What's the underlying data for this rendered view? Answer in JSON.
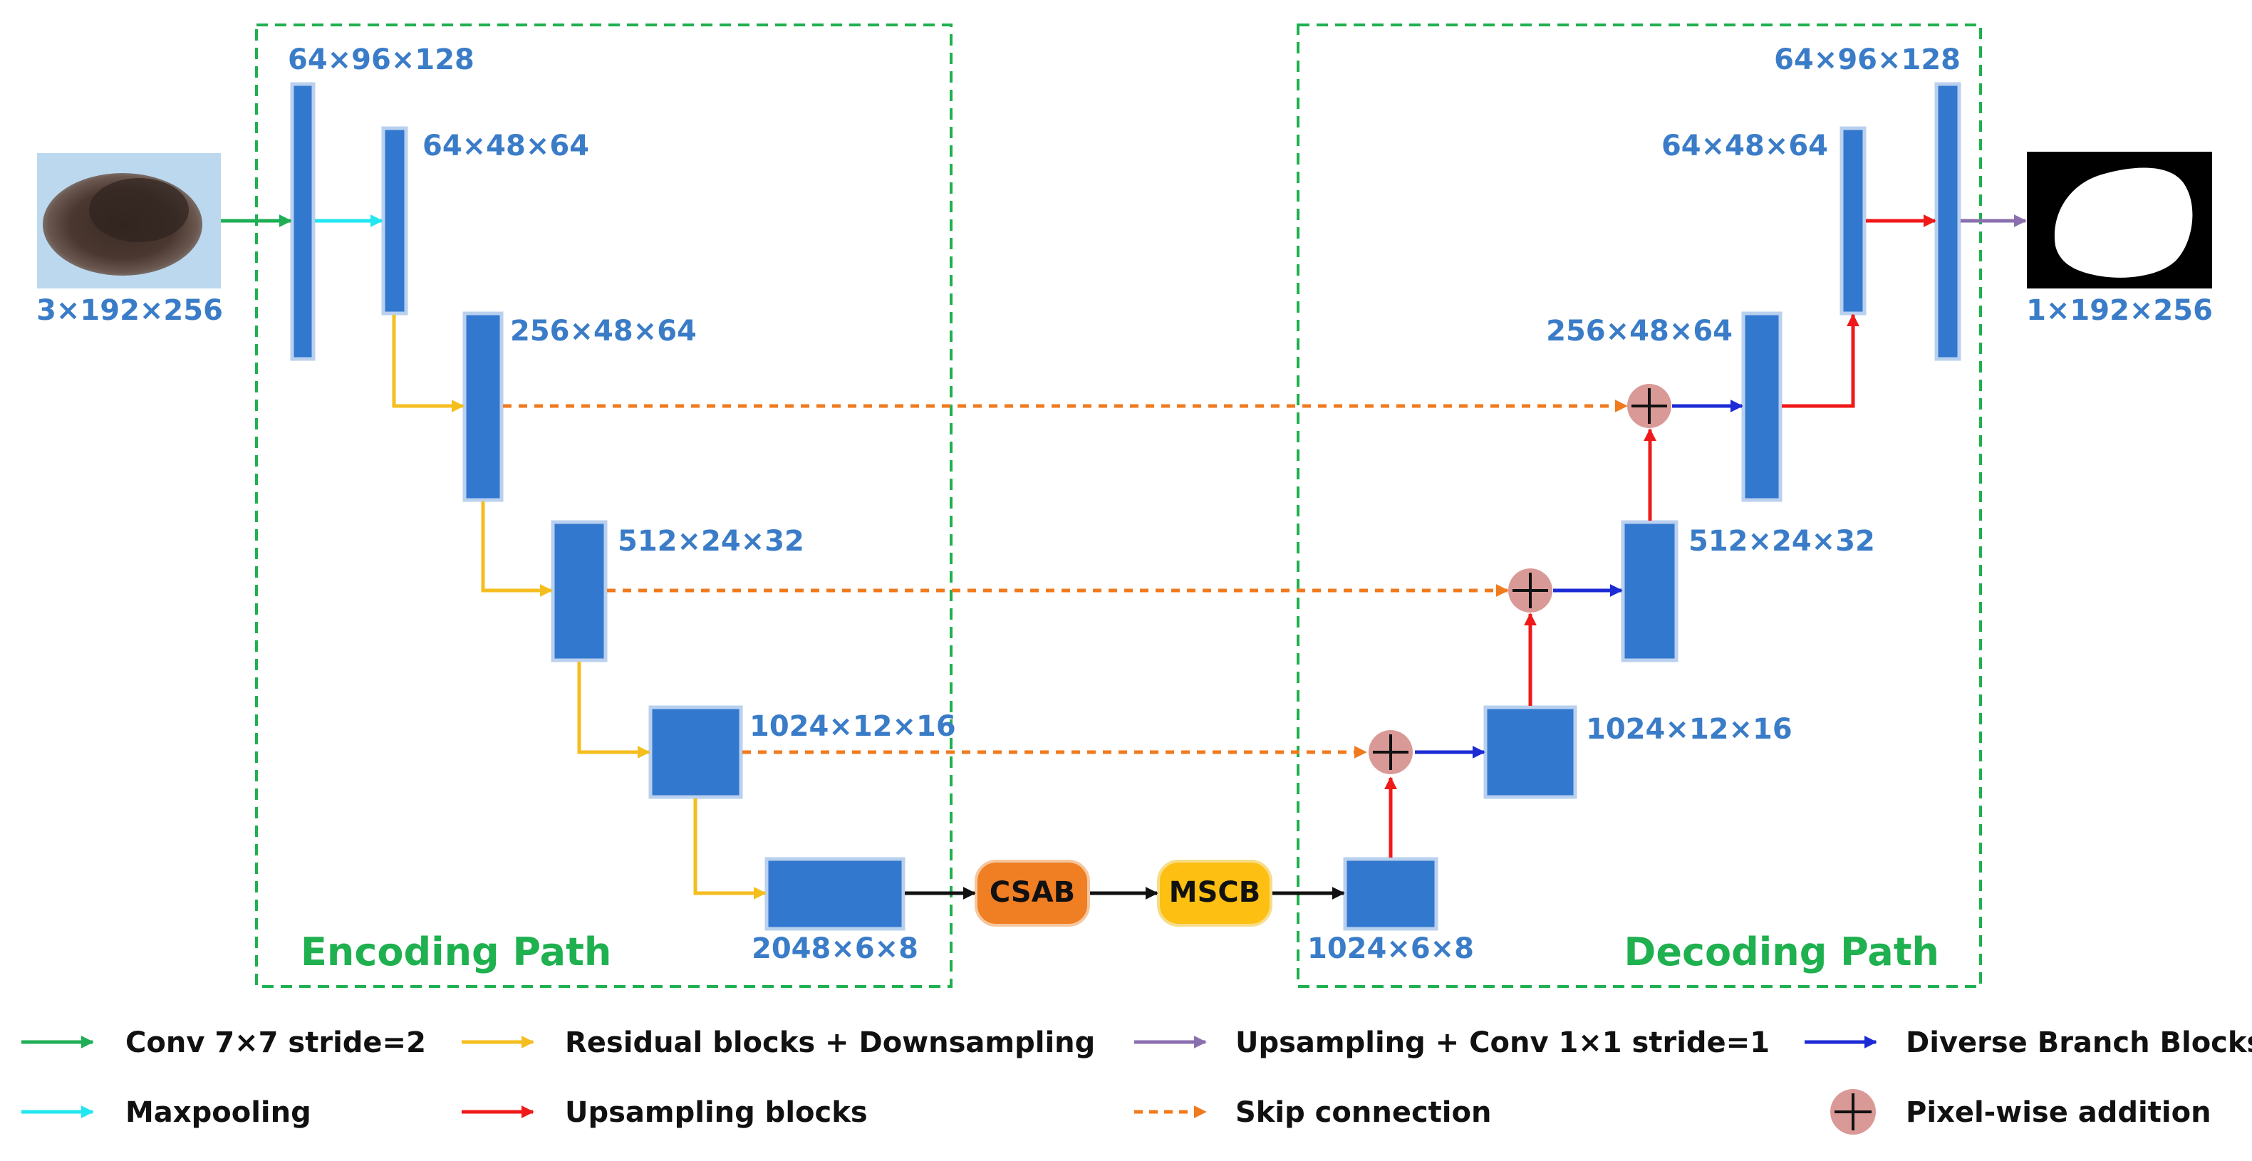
{
  "input": {
    "dims": "3×192×256"
  },
  "output": {
    "dims": "1×192×256"
  },
  "encoder": {
    "label": "Encoding Path",
    "dims": [
      "64×96×128",
      "64×48×64",
      "256×48×64",
      "512×24×32",
      "1024×12×16",
      "2048×6×8"
    ]
  },
  "bottleneck": {
    "csab_label": "CSAB",
    "mscb_label": "MSCB",
    "dims": "1024×6×8"
  },
  "decoder": {
    "label": "Decoding Path",
    "dims": [
      "1024×12×16",
      "512×24×32",
      "256×48×64",
      "64×48×64",
      "64×96×128"
    ]
  },
  "legend": [
    {
      "label": "Conv 7×7 stride=2",
      "color": "#1FAE55",
      "style": "solid"
    },
    {
      "label": "Residual blocks + Downsampling",
      "color": "#F5BE1F",
      "style": "solid"
    },
    {
      "label": "Upsampling + Conv 1×1 stride=1",
      "color": "#8A6FAF",
      "style": "solid"
    },
    {
      "label": "Diverse Branch Blocks",
      "color": "#1C2BD6",
      "style": "solid"
    },
    {
      "label": "Maxpooling",
      "color": "#22E6F0",
      "style": "solid"
    },
    {
      "label": "Upsampling blocks",
      "color": "#F01919",
      "style": "solid"
    },
    {
      "label": "Skip connection",
      "color": "#F07A1E",
      "style": "dashed"
    },
    {
      "label": "Pixel-wise addition",
      "color": "#D99A97",
      "style": "symbol"
    }
  ],
  "colors": {
    "block": "#3378CF",
    "dims_text": "#3A7CC7",
    "path_box": "#1FB04F",
    "csab": "#F07E22",
    "mscb": "#FDBF12"
  }
}
